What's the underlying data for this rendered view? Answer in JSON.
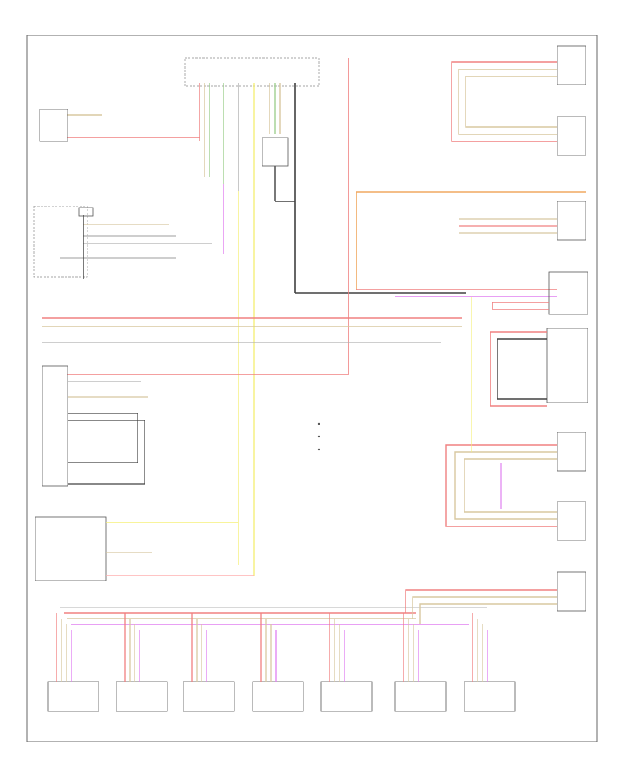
{
  "diagram": {
    "page_number": "",
    "legend": [
      {
        "label": ""
      },
      {
        "label": ""
      },
      {
        "label": ""
      }
    ],
    "wire_colors": {
      "red": "#f08080",
      "pink": "#ffb0b0",
      "yellow": "#f5f07a",
      "orange": "#f0a860",
      "violet": "#e080f0",
      "black": "#404040",
      "gray": "#b0b0b0",
      "tan": "#d8c8a0",
      "green": "#a0d090"
    },
    "bottom_components": [
      {
        "id": "c1",
        "label": ""
      },
      {
        "id": "c2",
        "label": ""
      },
      {
        "id": "c3",
        "label": ""
      },
      {
        "id": "c4",
        "label": ""
      },
      {
        "id": "c5",
        "label": ""
      },
      {
        "id": "c6",
        "label": ""
      },
      {
        "id": "c7",
        "label": ""
      }
    ],
    "right_components": [
      {
        "id": "r1",
        "label": ""
      },
      {
        "id": "r2",
        "label": ""
      },
      {
        "id": "r3",
        "label": ""
      },
      {
        "id": "r4",
        "label": ""
      },
      {
        "id": "r5",
        "label": ""
      },
      {
        "id": "r6",
        "label": ""
      },
      {
        "id": "r7",
        "label": ""
      },
      {
        "id": "r8",
        "label": ""
      }
    ],
    "left_components": [
      {
        "id": "l1",
        "label": ""
      },
      {
        "id": "l2",
        "label": ""
      },
      {
        "id": "l3",
        "label": ""
      },
      {
        "id": "l4",
        "label": ""
      },
      {
        "id": "l5",
        "label": ""
      }
    ]
  }
}
